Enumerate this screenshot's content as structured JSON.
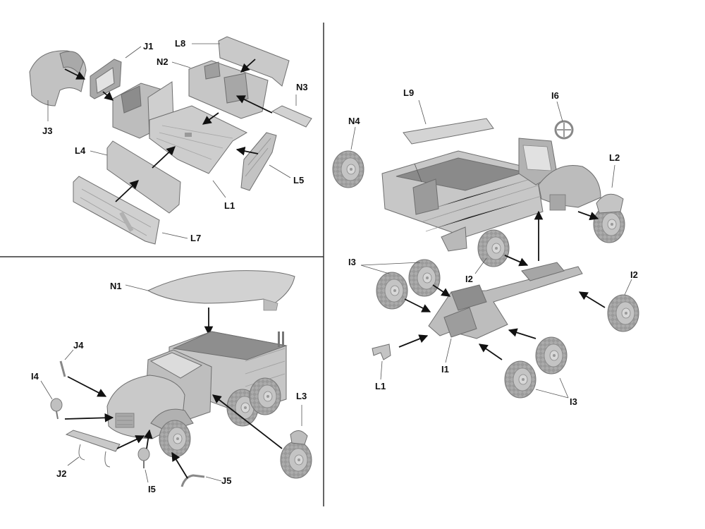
{
  "colors": {
    "background": "#ffffff",
    "divider": "#333333",
    "part_light": "#cfcfcf",
    "part_mid": "#b3b3b3",
    "part_dark": "#8f8f8f",
    "tire": "#a9a9a9",
    "arrow": "#111111",
    "label": "#111111"
  },
  "panels": {
    "top_left": {
      "labels": {
        "J1": "J1",
        "L8": "L8",
        "N2": "N2",
        "N3": "N3",
        "J3": "J3",
        "L4": "L4",
        "L5": "L5",
        "L1": "L1",
        "L7": "L7"
      }
    },
    "bottom_left": {
      "labels": {
        "N1": "N1",
        "J4": "J4",
        "I4": "I4",
        "L3": "L3",
        "J2": "J2",
        "I5": "I5",
        "J5": "J5"
      }
    },
    "right": {
      "labels": {
        "L9": "L9",
        "I6": "I6",
        "N4": "N4",
        "L2": "L2",
        "I3a": "I3",
        "I2a": "I2",
        "I2b": "I2",
        "I1": "I1",
        "L1": "L1",
        "I3b": "I3"
      }
    }
  }
}
